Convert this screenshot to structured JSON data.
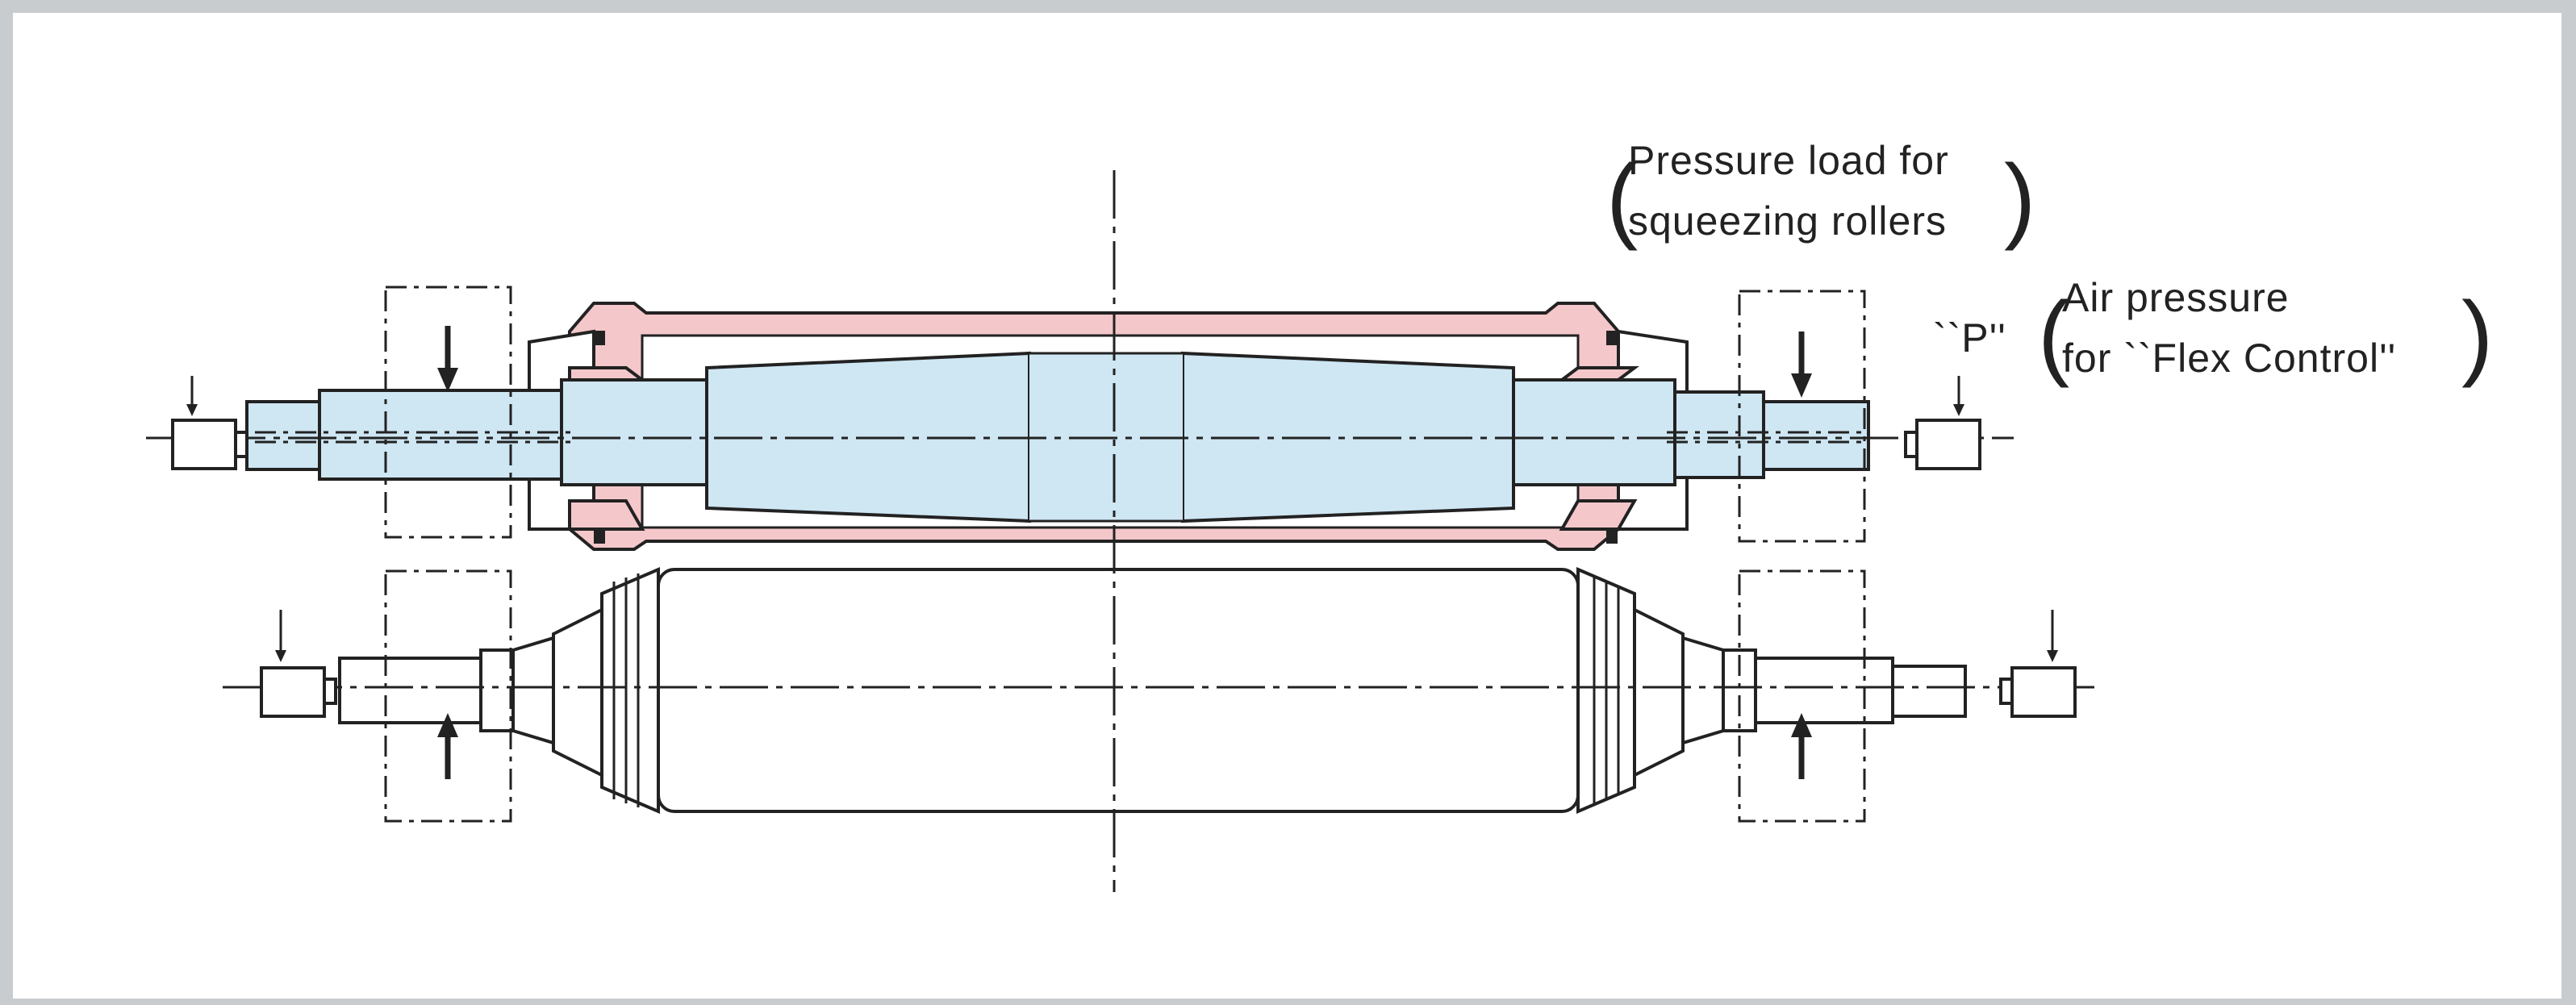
{
  "annotations": {
    "pressure_load": {
      "line1": "Pressure load for",
      "line2": "squeezing rollers"
    },
    "p_symbol": "``P''",
    "air_pressure": {
      "line1": "Air pressure",
      "line2": "for ``Flex Control''"
    }
  },
  "colors": {
    "shell_pink": "#f4c7ca",
    "shaft_blue": "#cfe6f3",
    "frame_border": "#c9cccf",
    "line": "#222222"
  },
  "icons": [
    "down-arrow-icon",
    "up-arrow-icon",
    "air-connector-icon"
  ]
}
